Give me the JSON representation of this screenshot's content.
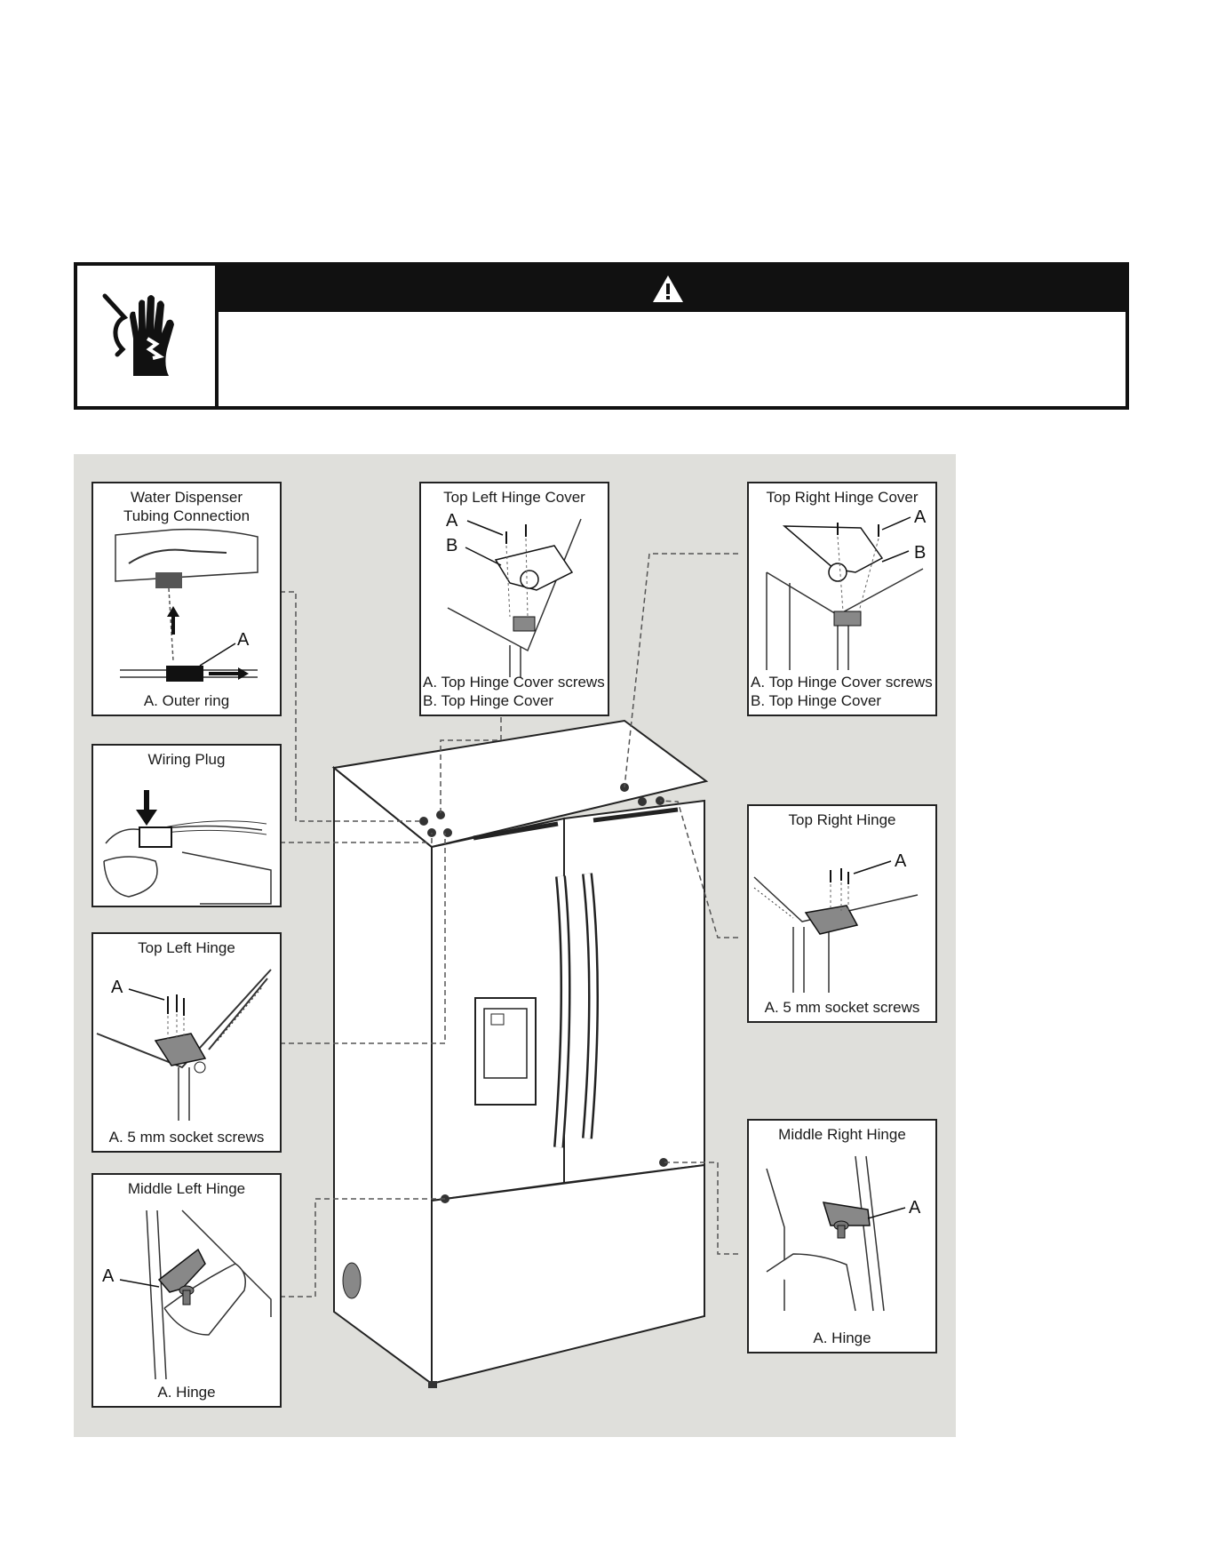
{
  "warning": {
    "header_icon": "warning-triangle-icon",
    "side_icon": "electrical-shock-hazard-icon",
    "header_text": "",
    "body_text": ""
  },
  "insets": {
    "water_dispenser": {
      "title": "Water Dispenser\nTubing Connection",
      "label_a": "A",
      "caption": "A. Outer ring"
    },
    "wiring_plug": {
      "title": "Wiring Plug"
    },
    "top_left_hinge": {
      "title": "Top Left Hinge",
      "label_a": "A",
      "caption": "A. 5 mm socket screws"
    },
    "middle_left_hinge": {
      "title": "Middle Left Hinge",
      "label_a": "A",
      "caption": "A. Hinge"
    },
    "top_left_hinge_cover": {
      "title": "Top Left Hinge Cover",
      "label_a": "A",
      "label_b": "B",
      "caption_a": "A. Top Hinge Cover screws",
      "caption_b": "B. Top Hinge Cover"
    },
    "top_right_hinge_cover": {
      "title": "Top Right Hinge Cover",
      "label_a": "A",
      "label_b": "B",
      "caption_a": "A. Top Hinge Cover screws",
      "caption_b": "B. Top Hinge Cover"
    },
    "top_right_hinge": {
      "title": "Top Right Hinge",
      "label_a": "A",
      "caption": "A. 5 mm socket screws"
    },
    "middle_right_hinge": {
      "title": "Middle Right Hinge",
      "label_a": "A",
      "caption": "A. Hinge"
    }
  }
}
